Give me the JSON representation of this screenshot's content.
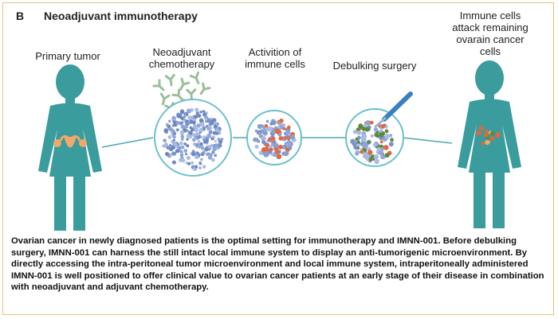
{
  "panel": {
    "letter": "B",
    "title": "Neoadjuvant immunotherapy"
  },
  "stages": {
    "primary_tumor": "Primary tumor",
    "chemo_line1": "Neoadjuvant",
    "chemo_line2": "chemotherapy",
    "activation_line1": "Activition of",
    "activation_line2": "immune cells",
    "surgery": "Debulking surgery",
    "attack_line1": "Immune cells",
    "attack_line2": "attack remaining",
    "attack_line3": "ovarain cancer",
    "attack_line4": "cells"
  },
  "caption": "Ovarian cancer in newly diagnosed patients is the optimal setting for immunotherapy and IMNN-001. Before debulking surgery, IMNN-001 can harness the still intact local immune system to display an anti-tumorigenic microenvironment. By directly accessing the intra-peritoneal tumor microenvironment and local immune system, intraperitoneally administered IMNN-001 is well positioned to offer clinical value to ovarian cancer patients at an early stage of their disease in combination with neoadjuvant and adjuvant chemotherapy.",
  "colors": {
    "figure": "#3a9c9c",
    "connector": "#4aa8b0",
    "circle_border": "#6cc0cc",
    "tumor_cell": "#8ea6d8",
    "immune_cell": "#e8643a",
    "antibody": "#9abf9a",
    "scalpel": "#3a7fbf",
    "border": "#e8c27a"
  },
  "icons": {
    "woman_left": "woman-silhouette-icon",
    "woman_right": "woman-silhouette-icon",
    "uterus": "uterus-icon",
    "antibody": "antibody-icon",
    "scalpel": "scalpel-icon"
  }
}
